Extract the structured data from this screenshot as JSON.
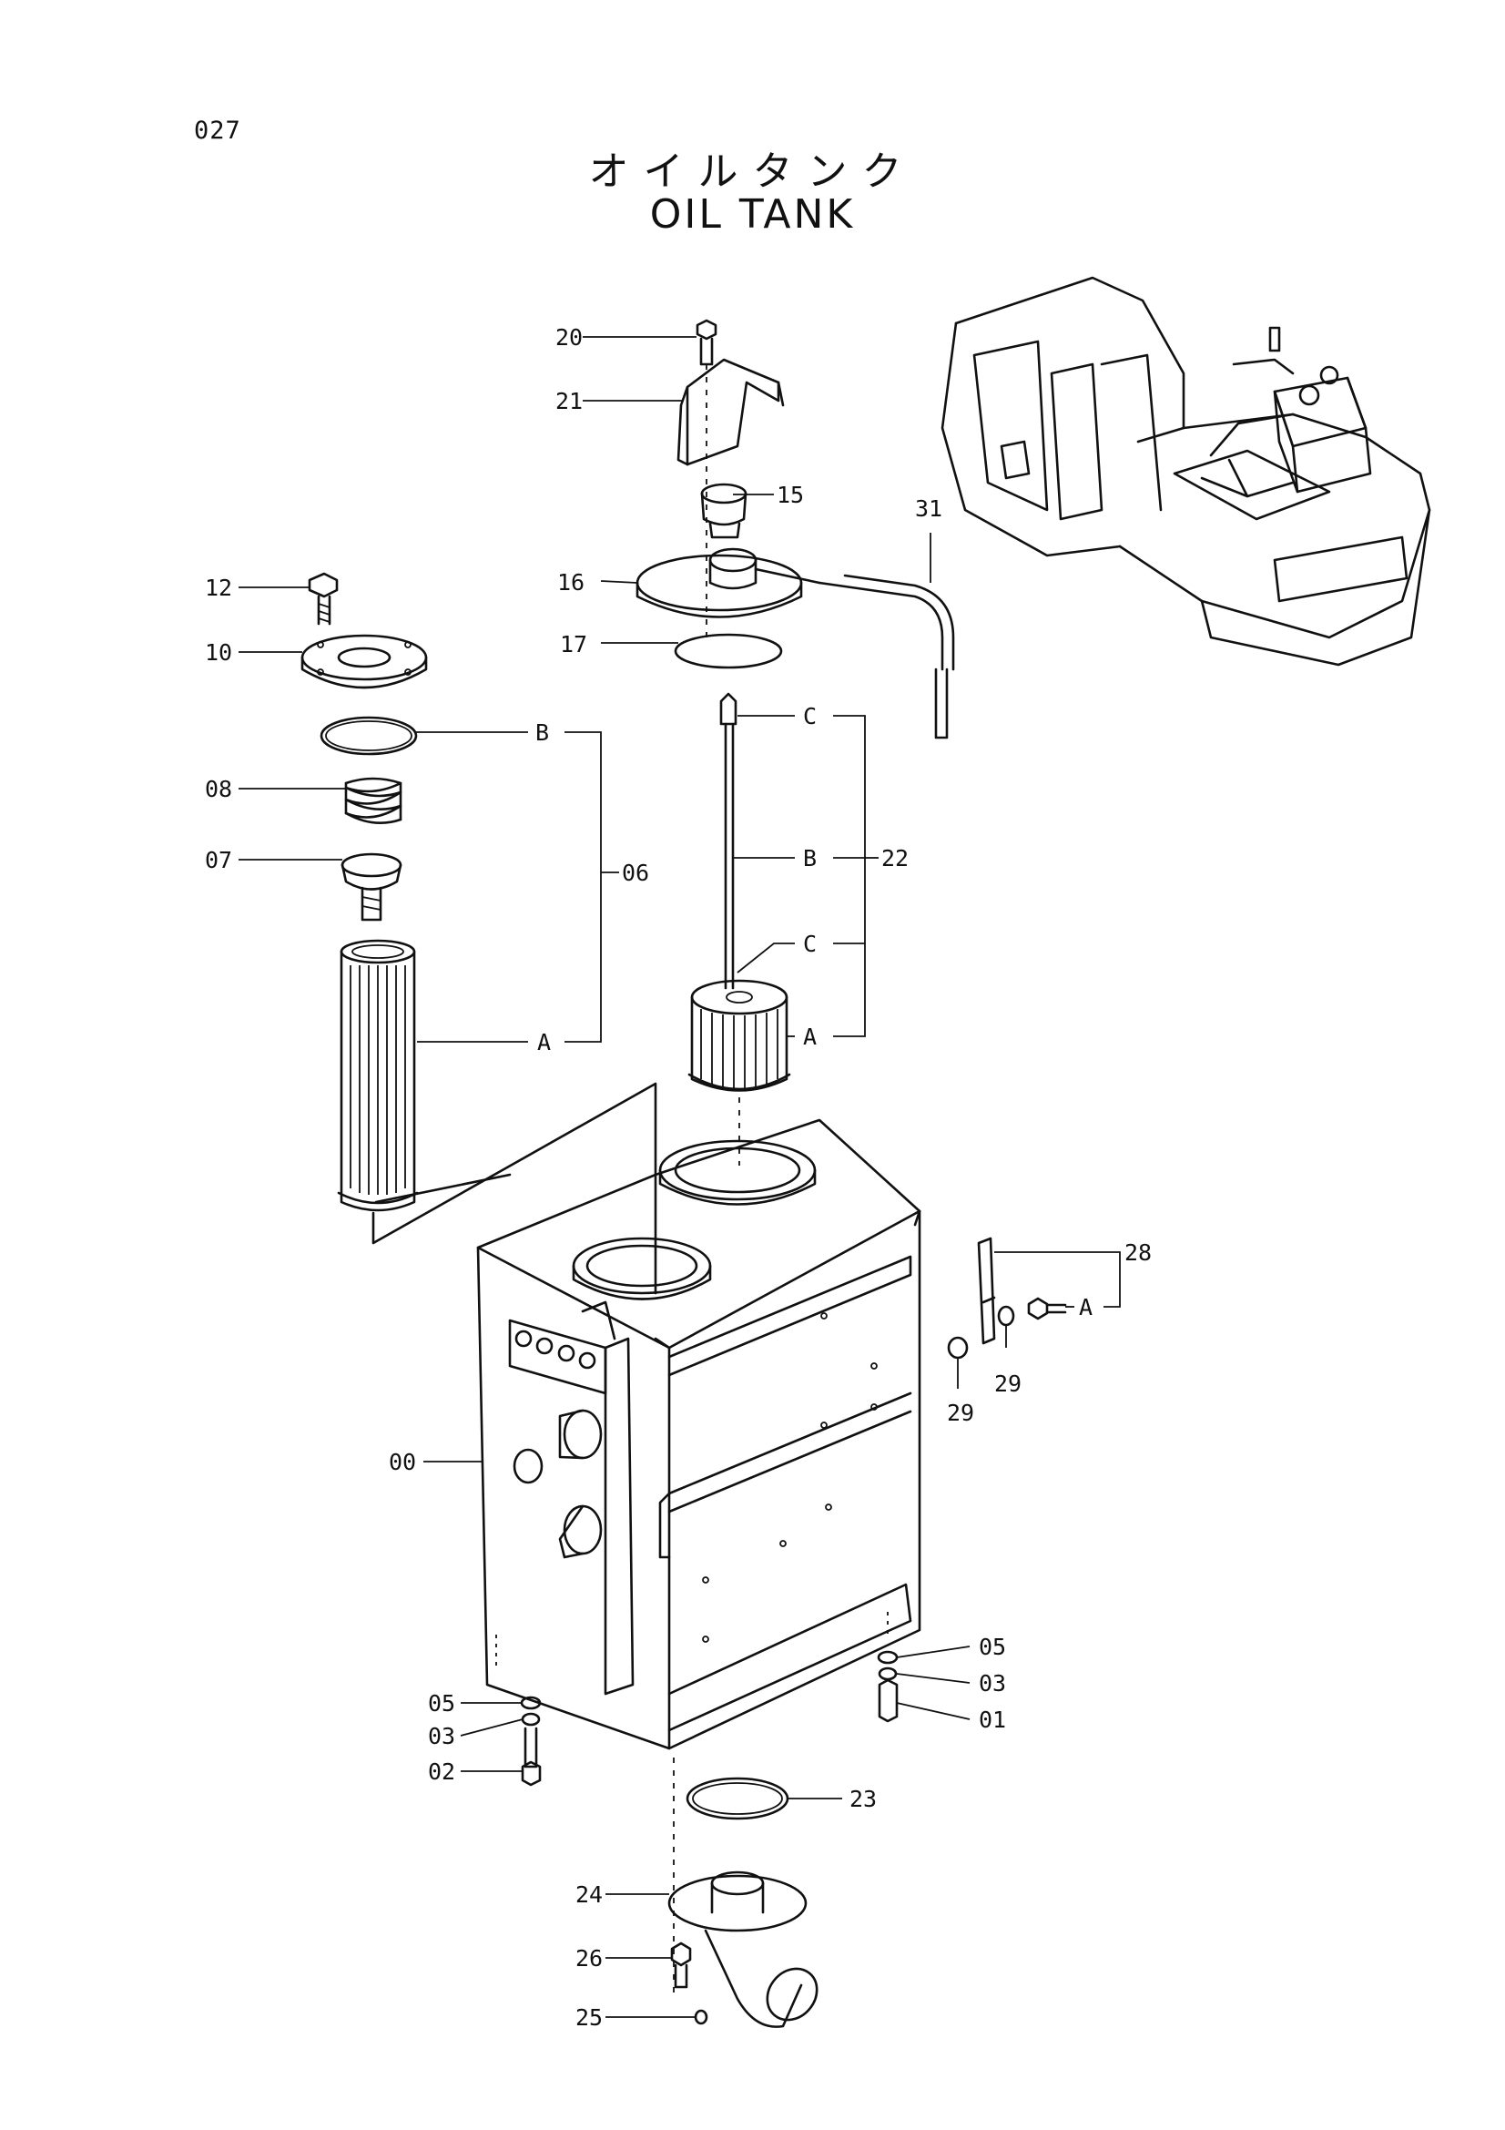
{
  "page_number": "027",
  "title_ja": "オイルタンク",
  "title_en": "OIL TANK",
  "callouts": [
    "00",
    "01",
    "02",
    "03",
    "05",
    "06",
    "07",
    "08",
    "10",
    "12",
    "15",
    "16",
    "17",
    "20",
    "21",
    "22",
    "23",
    "24",
    "25",
    "26",
    "28",
    "29",
    "31"
  ],
  "sub_labels": [
    "A",
    "B",
    "C"
  ]
}
